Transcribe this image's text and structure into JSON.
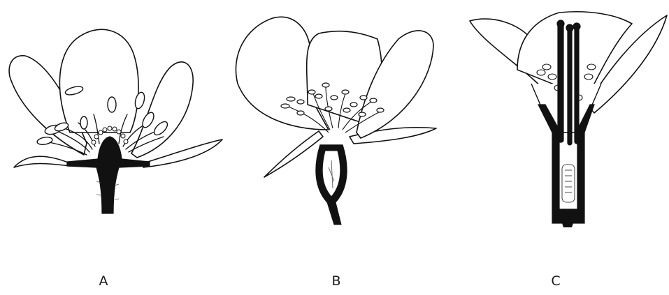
{
  "figure": {
    "panels": [
      {
        "id": "A",
        "label": "A"
      },
      {
        "id": "B",
        "label": "B"
      },
      {
        "id": "C",
        "label": "C"
      }
    ]
  },
  "colors": {
    "ink": "#111111",
    "fill": "#ffffff",
    "background": "#ffffff"
  }
}
